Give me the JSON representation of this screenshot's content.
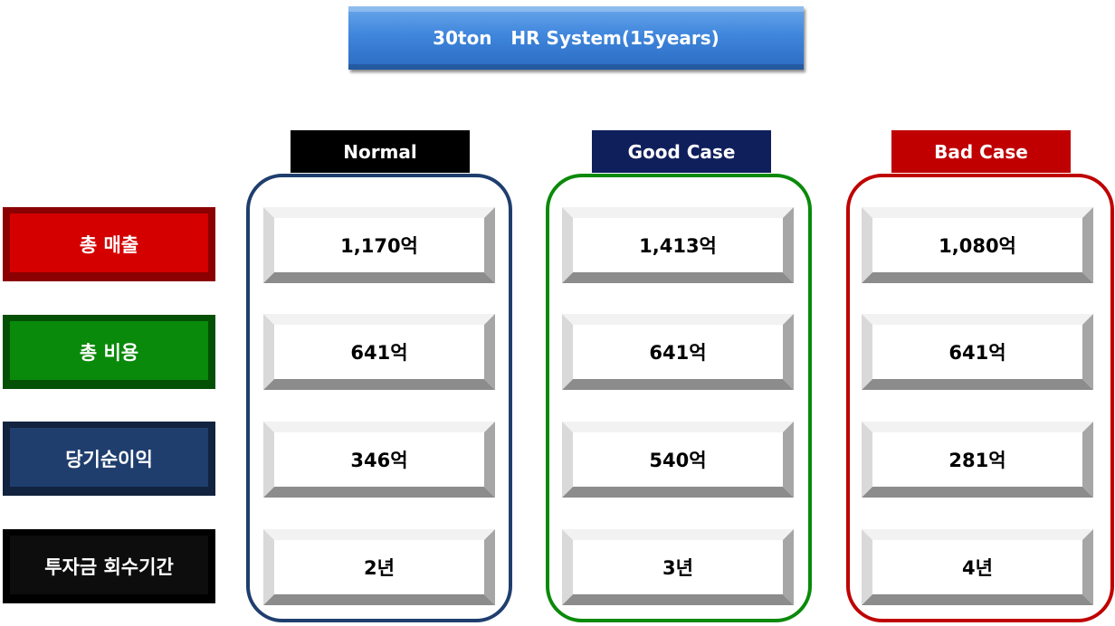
{
  "title": "30ton   HR System(15years)",
  "columns": [
    {
      "label": "Normal",
      "header_color": "#000000",
      "frame_color": "#1f3e6e"
    },
    {
      "label": "Good Case",
      "header_color": "#0f1f5c",
      "frame_color": "#0a8a0a"
    },
    {
      "label": "Bad Case",
      "header_color": "#c00000",
      "frame_color": "#c00000"
    }
  ],
  "rows": [
    {
      "label": "총 매출",
      "color": "#c00000",
      "face": "#d40000"
    },
    {
      "label": "총 비용",
      "color": "#056b05",
      "face": "#0a8a0a"
    },
    {
      "label": "당기순이익",
      "color": "#1a3358",
      "face": "#1f3e6e"
    },
    {
      "label": "투자금 회수기간",
      "color": "#000000",
      "face": "#0d0d0d"
    }
  ],
  "values": {
    "normal": [
      "1,170억",
      "641억",
      "346억",
      "2년"
    ],
    "good": [
      "1,413억",
      "641억",
      "540억",
      "3년"
    ],
    "bad": [
      "1,080억",
      "641억",
      "281억",
      "4년"
    ]
  }
}
